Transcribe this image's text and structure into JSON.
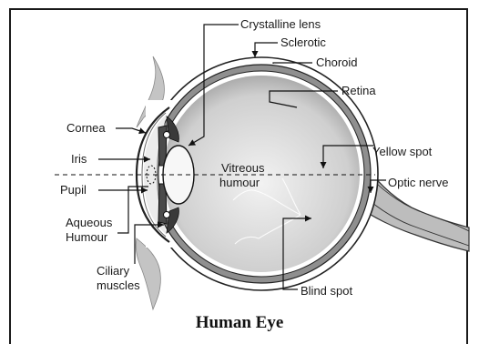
{
  "diagram": {
    "title": "Human Eye",
    "labels": {
      "crystalline_lens": "Crystalline lens",
      "sclerotic": "Sclerotic",
      "choroid": "Choroid",
      "retina": "Retina",
      "yellow_spot": "Yellow spot",
      "optic_nerve": "Optic nerve",
      "blind_spot": "Blind spot",
      "cornea": "Cornea",
      "iris": "Iris",
      "pupil": "Pupil",
      "aqueous_line1": "Aqueous",
      "aqueous_line2": "Humour",
      "ciliary_line1": "Ciliary",
      "ciliary_line2": "muscles",
      "vitreous_line1": "Vitreous",
      "vitreous_line2": "humour"
    }
  }
}
